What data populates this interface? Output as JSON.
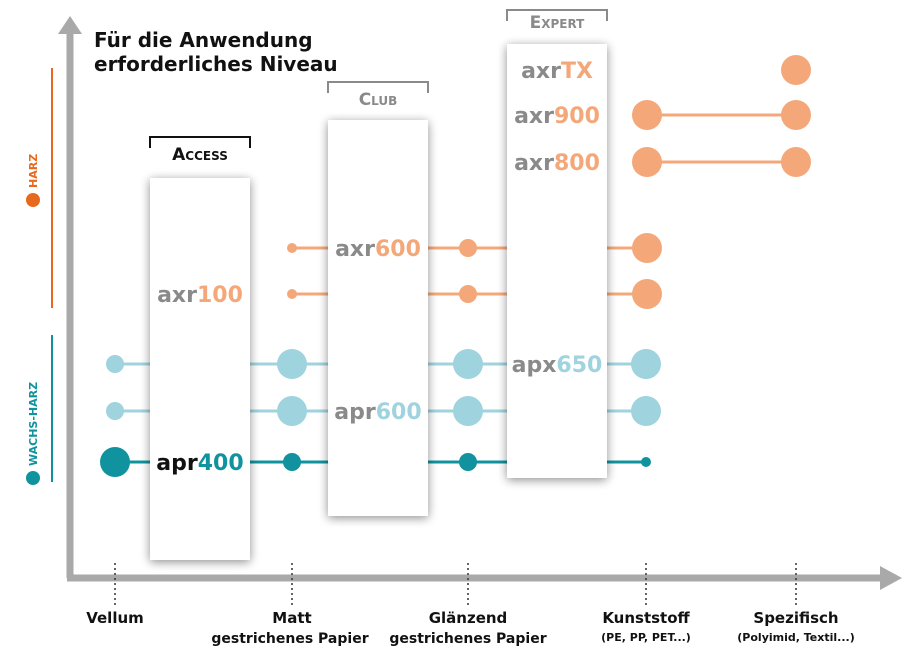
{
  "title_line1": "Für die Anwendung",
  "title_line2": "erforderliches Niveau",
  "side_labels": {
    "harz": "HARZ",
    "wachs_harz": "WACHS-HARZ"
  },
  "tiers": [
    {
      "key": "access",
      "label": "Access"
    },
    {
      "key": "club",
      "label": "Club"
    },
    {
      "key": "expert",
      "label": "Expert"
    }
  ],
  "products": [
    {
      "key": "axr100",
      "prefix": "axr",
      "num": "100"
    },
    {
      "key": "axr600",
      "prefix": "axr",
      "num": "600"
    },
    {
      "key": "apr600",
      "prefix": "apr",
      "num": "600"
    },
    {
      "key": "apr400",
      "prefix": "apr",
      "num": "400"
    },
    {
      "key": "axrtx",
      "prefix": "axr",
      "num": "TX"
    },
    {
      "key": "axr900",
      "prefix": "axr",
      "num": "900"
    },
    {
      "key": "axr800",
      "prefix": "axr",
      "num": "800"
    },
    {
      "key": "apx650",
      "prefix": "apx",
      "num": "650"
    }
  ],
  "x_categories": [
    {
      "key": "vellum",
      "line1": "Vellum",
      "line2": "",
      "sub": ""
    },
    {
      "key": "matt",
      "line1": "Matt",
      "line2": "gestrichenes Papier",
      "sub": ""
    },
    {
      "key": "glanzend",
      "line1": "Glänzend",
      "line2": "gestrichenes Papier",
      "sub": ""
    },
    {
      "key": "kunststoff",
      "line1": "Kunststoff",
      "line2": "",
      "sub": "(PE, PP, PET...)"
    },
    {
      "key": "spezifisch",
      "line1": "Spezifisch",
      "line2": "",
      "sub": "(Polyimid, Textil...)"
    }
  ],
  "colors": {
    "orange": "#f4a87a",
    "orange_line": "#e8691e",
    "light_blue": "#9fd3de",
    "teal": "#10939e",
    "gray": "#8a8a8a",
    "axis": "#a9a9a9"
  }
}
